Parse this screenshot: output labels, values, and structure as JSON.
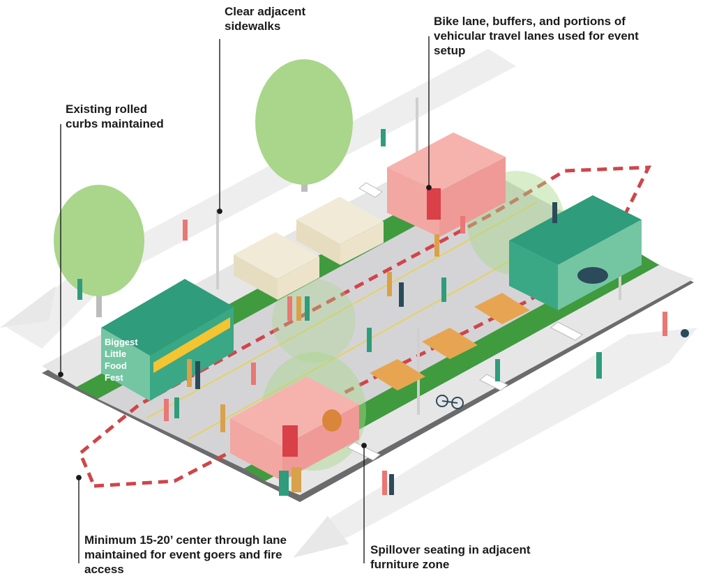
{
  "callouts": {
    "sidewalks": "Clear adjacent sidewalks",
    "bike_lane": "Bike lane, buffers, and portions of vehicular travel lanes used for event setup",
    "curbs": "Existing rolled curbs maintained",
    "center_lane": "Minimum 15-20’ center through lane maintained for event goers and fire access",
    "spillover": "Spillover seating in adjacent furniture zone"
  },
  "truck_sign": {
    "line1": "Biggest",
    "line2": "Little",
    "line3": "Food",
    "line4": "Fest"
  },
  "colors": {
    "street": "#d4d4d6",
    "sidewalk": "#ececec",
    "curb": "#5a5a5c",
    "planting": "#3f9b3e",
    "truck_green": "#2f9c7b",
    "truck_pink": "#ef9a96",
    "route_dashed": "#d04549",
    "tree": "#a9d68a"
  }
}
